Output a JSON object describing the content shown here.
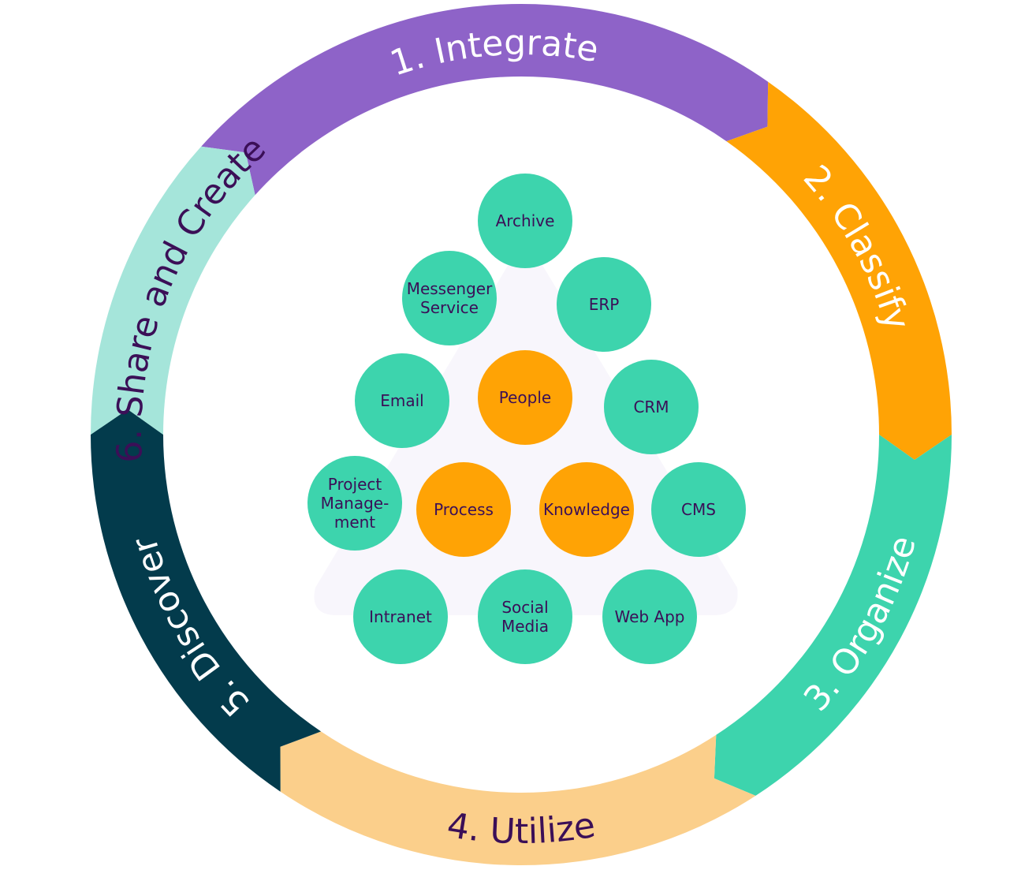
{
  "colors": {
    "integrate": "#8e63c8",
    "classify": "#ffa305",
    "organize": "#3dd4ad",
    "utilize": "#fbcf8b",
    "discover": "#033b4c",
    "share": "#a5e5da",
    "node_system": "#3dd4ad",
    "node_core": "#ffa305",
    "label_dark": "#3b0f57",
    "label_light": "#ffffff",
    "triangle": "#f8f6fc"
  },
  "cycle": {
    "steps": [
      {
        "label": "1. Integrate"
      },
      {
        "label": "2. Classify"
      },
      {
        "label": "3. Organize"
      },
      {
        "label": "4. Utilize"
      },
      {
        "label": "5. Discover"
      },
      {
        "label": "6. Share and Create"
      }
    ]
  },
  "nodes": [
    {
      "lines": [
        "Archive"
      ],
      "kind": "system"
    },
    {
      "lines": [
        "Messenger",
        "Service"
      ],
      "kind": "system"
    },
    {
      "lines": [
        "ERP"
      ],
      "kind": "system"
    },
    {
      "lines": [
        "Email"
      ],
      "kind": "system"
    },
    {
      "lines": [
        "People"
      ],
      "kind": "core"
    },
    {
      "lines": [
        "CRM"
      ],
      "kind": "system"
    },
    {
      "lines": [
        "Project",
        "Manage-",
        "ment"
      ],
      "kind": "system"
    },
    {
      "lines": [
        "Process"
      ],
      "kind": "core"
    },
    {
      "lines": [
        "Knowledge"
      ],
      "kind": "core"
    },
    {
      "lines": [
        "CMS"
      ],
      "kind": "system"
    },
    {
      "lines": [
        "Intranet"
      ],
      "kind": "system"
    },
    {
      "lines": [
        "Social",
        "Media"
      ],
      "kind": "system"
    },
    {
      "lines": [
        "Web App"
      ],
      "kind": "system"
    }
  ]
}
